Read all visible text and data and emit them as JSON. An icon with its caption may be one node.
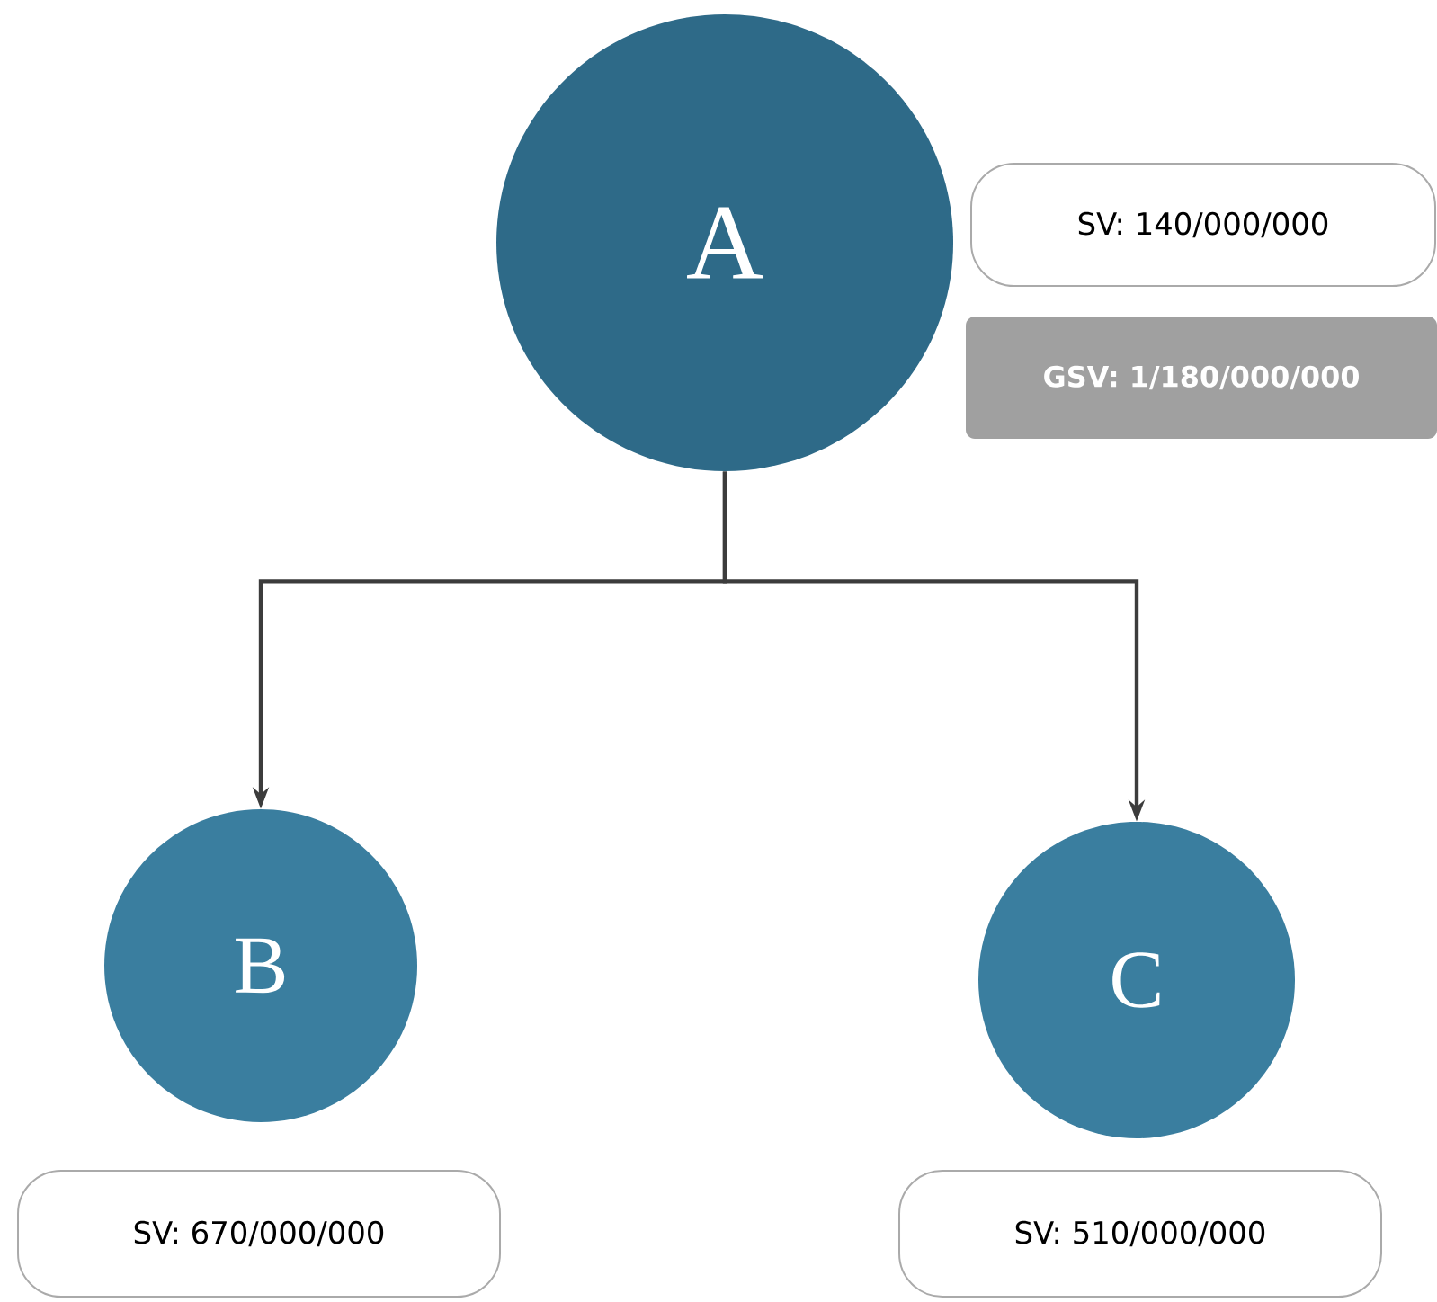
{
  "diagram": {
    "nodes": [
      {
        "text": [
          "A"
        ]
      },
      {
        "text": [
          "SV: 140/000/000"
        ]
      },
      {
        "text": [
          "GSV: 1/180/000/000"
        ]
      },
      {
        "text": [
          "B"
        ]
      },
      {
        "text": [
          "C"
        ]
      },
      {
        "text": [
          "SV: 670/000/000"
        ]
      },
      {
        "text": [
          "SV: 510/000/000"
        ]
      }
    ],
    "edges": [
      {
        "from": 0,
        "to": 3,
        "arrow": "to"
      },
      {
        "from": 0,
        "to": 4,
        "arrow": "to"
      }
    ]
  }
}
